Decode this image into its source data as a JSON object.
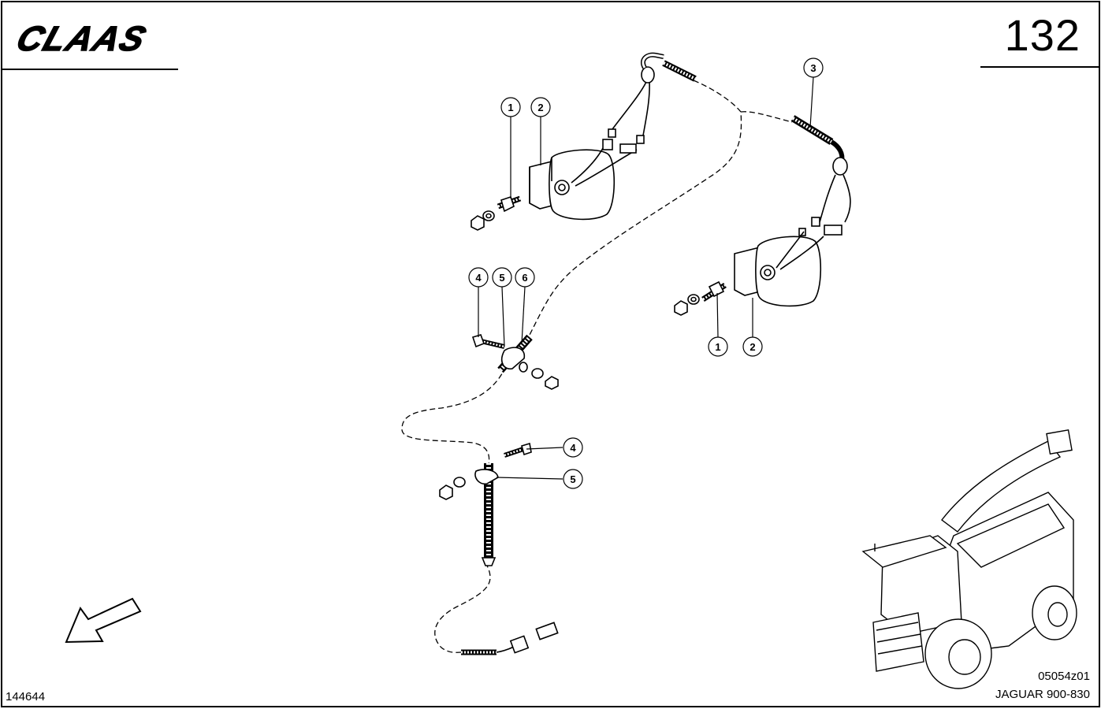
{
  "header": {
    "brand": "CLAAS",
    "page_number": "132"
  },
  "callouts": [
    {
      "label": "1"
    },
    {
      "label": "2"
    },
    {
      "label": "3"
    },
    {
      "label": "4"
    },
    {
      "label": "5"
    },
    {
      "label": "6"
    },
    {
      "label": "1"
    },
    {
      "label": "2"
    },
    {
      "label": "4"
    },
    {
      "label": "5"
    }
  ],
  "footer": {
    "doc_number": "144644",
    "drawing_code": "05054z01",
    "model": "JAGUAR 900-830"
  },
  "icons": {
    "direction_arrow": "arrow-down-left-icon",
    "machine_thumbnail": "forage-harvester-icon"
  }
}
